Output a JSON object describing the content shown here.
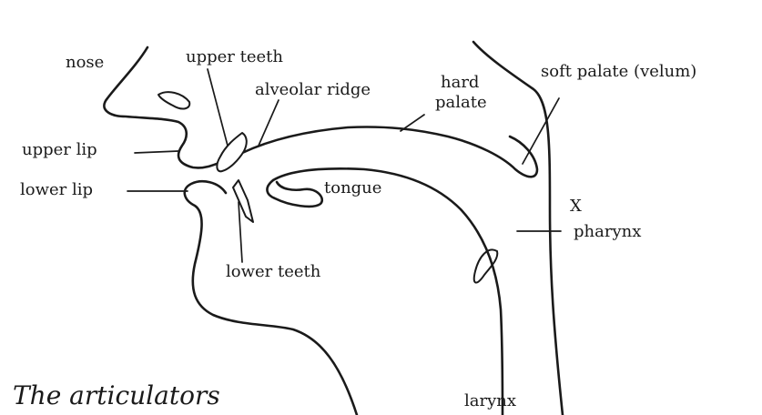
{
  "labels": {
    "nose": "nose",
    "upper_teeth": "upper teeth",
    "alveolar_ridge": "alveolar ridge",
    "hard_palate_line1": "hard",
    "hard_palate_line2": "palate",
    "soft_palate": "soft palate (velum)",
    "upper_lip": "upper lip",
    "lower_lip": "lower lip",
    "tongue": "tongue",
    "x_mark": "X",
    "pharynx": "pharynx",
    "lower_teeth": "lower teeth",
    "larynx": "larynx"
  },
  "caption": "The articulators"
}
